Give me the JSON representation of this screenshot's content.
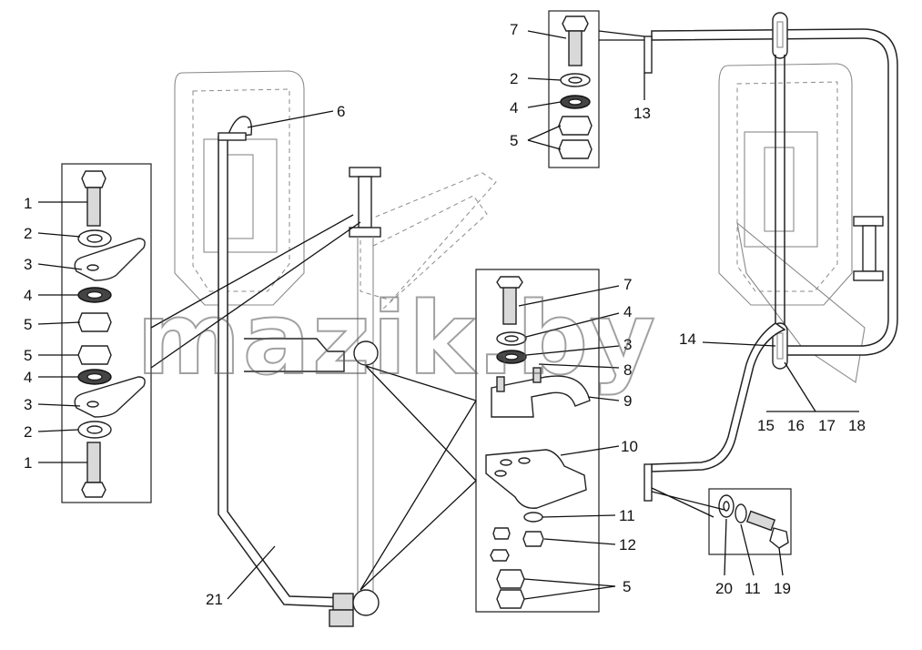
{
  "watermark": "mazik.by",
  "callouts": [
    {
      "id": "c1a",
      "text": "1"
    },
    {
      "id": "c2a",
      "text": "2"
    },
    {
      "id": "c3a",
      "text": "3"
    },
    {
      "id": "c4a",
      "text": "4"
    },
    {
      "id": "c5a",
      "text": "5"
    },
    {
      "id": "c5b",
      "text": "5"
    },
    {
      "id": "c4b",
      "text": "4"
    },
    {
      "id": "c3b",
      "text": "3"
    },
    {
      "id": "c2b",
      "text": "2"
    },
    {
      "id": "c1b",
      "text": "1"
    },
    {
      "id": "c6",
      "text": "6"
    },
    {
      "id": "c7a",
      "text": "7"
    },
    {
      "id": "c2c",
      "text": "2"
    },
    {
      "id": "c4c",
      "text": "4"
    },
    {
      "id": "c5c",
      "text": "5"
    },
    {
      "id": "c13",
      "text": "13"
    },
    {
      "id": "c7b",
      "text": "7"
    },
    {
      "id": "c4d",
      "text": "4"
    },
    {
      "id": "c3c",
      "text": "3"
    },
    {
      "id": "c8",
      "text": "8"
    },
    {
      "id": "c9",
      "text": "9"
    },
    {
      "id": "c10",
      "text": "10"
    },
    {
      "id": "c11a",
      "text": "11"
    },
    {
      "id": "c12",
      "text": "12"
    },
    {
      "id": "c5d",
      "text": "5"
    },
    {
      "id": "c14",
      "text": "14"
    },
    {
      "id": "c15",
      "text": "15"
    },
    {
      "id": "c16",
      "text": "16"
    },
    {
      "id": "c17",
      "text": "17"
    },
    {
      "id": "c18",
      "text": "18"
    },
    {
      "id": "c20",
      "text": "20"
    },
    {
      "id": "c11b",
      "text": "11"
    },
    {
      "id": "c19",
      "text": "19"
    },
    {
      "id": "c21",
      "text": "21"
    }
  ]
}
